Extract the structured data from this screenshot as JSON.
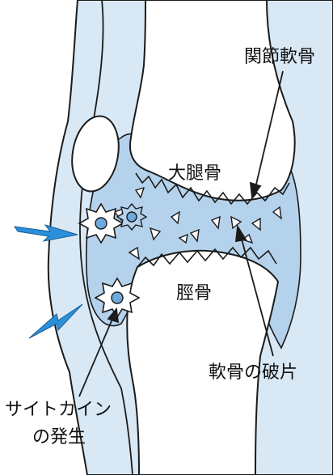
{
  "labels": {
    "cartilage": "関節軟骨",
    "femur": "大腿骨",
    "tibia": "脛骨",
    "fragments": "軟骨の破片",
    "cytokine_line1": "サイトカイン",
    "cytokine_line2": "の発生"
  },
  "colors": {
    "tissue": "#d8e8f5",
    "synovial": "#b4d2ec",
    "bone": "#ffffff",
    "outline": "#1b1b1b",
    "lightning": "#2b8fd9",
    "cytokine_dot": "#6da9dd"
  }
}
